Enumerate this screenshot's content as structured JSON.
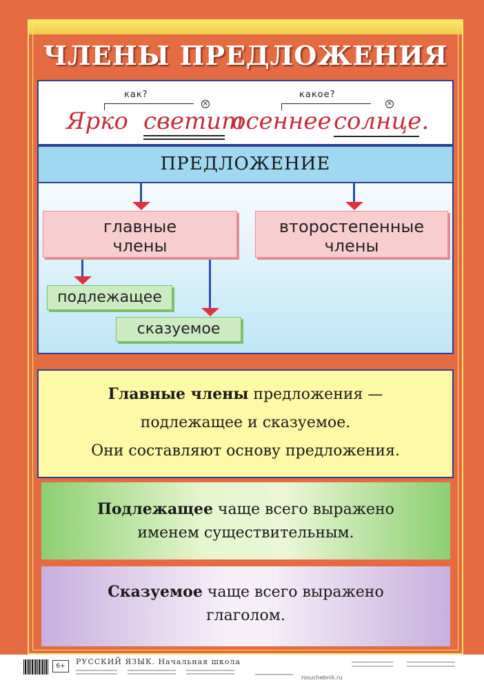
{
  "title": "ЧЛЕНЫ ПРЕДЛОЖЕНИЯ",
  "example": {
    "question1": "как?",
    "question2": "какое?",
    "words": [
      "Ярко",
      "светит",
      "осеннее",
      "солнце."
    ]
  },
  "scheme": {
    "header": "ПРЕДЛОЖЕНИЕ",
    "main_members_line1": "главные",
    "main_members_line2": "члены",
    "secondary_members_line1": "второстепенные",
    "secondary_members_line2": "члены",
    "subject": "подлежащее",
    "predicate": "сказуемое"
  },
  "definition": {
    "bold": "Главные члены",
    "line1_rest": " предложения —",
    "line2": "подлежащее и сказуемое.",
    "line3": "Они составляют основу предложения."
  },
  "subject_rule": {
    "bold": "Подлежащее",
    "line1_rest": " чаще всего выражено",
    "line2": "именем существительным."
  },
  "predicate_rule": {
    "bold": "Сказуемое",
    "line1_rest": " чаще всего выражено",
    "line2": "глаголом."
  },
  "footer": {
    "age_rating": "6+",
    "series": "РУССКИЙ ЯЗЫК. Начальная школа",
    "site": "rosuchebnik.ru"
  },
  "colors": {
    "background": "#e56b43",
    "frame": "#f7e26a",
    "border": "#2e3f8e",
    "script_red": "#c52d38"
  }
}
